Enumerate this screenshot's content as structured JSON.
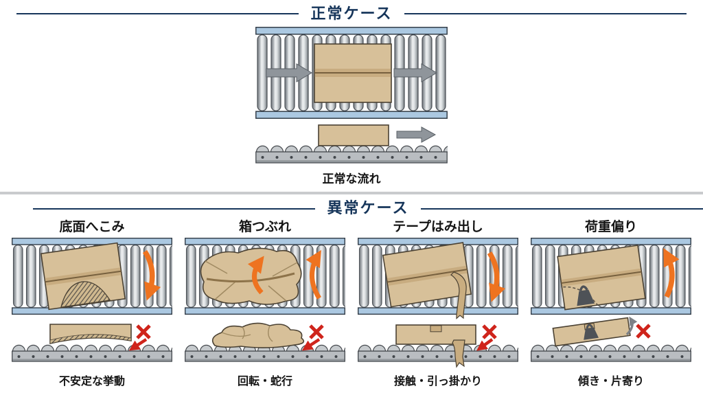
{
  "colors": {
    "heading_navy": "#16355a",
    "rail_blue": "#abc8e1",
    "box_tan": "#d7c099",
    "tape_band": "#c8ac80",
    "flow_arrow_gray": "#8f959b",
    "rotation_arrow_orange": "#ee7320",
    "error_red": "#cf241b",
    "divider_gray": "#c9cbcd"
  },
  "icons": {
    "flow_arrow": "right-arrow",
    "rotation_arrow": "curved-orange-arrow",
    "error_mark": "✕",
    "impact_arrow": "red-diagonal-arrow",
    "weight": "kettlebell-weight",
    "dent_hatch": "diagonal-hatch"
  },
  "normal": {
    "title": "正常ケース",
    "flow_label": "正常な流れ"
  },
  "abnormal": {
    "title": "異常ケース",
    "cases": [
      {
        "title": "底面へこみ",
        "label": "不安定な挙動"
      },
      {
        "title": "箱つぶれ",
        "label": "回転・蛇行"
      },
      {
        "title": "テープはみ出し",
        "label": "接触・引っ掛かり"
      },
      {
        "title": "荷重偏り",
        "label": "傾き・片寄り"
      }
    ]
  }
}
